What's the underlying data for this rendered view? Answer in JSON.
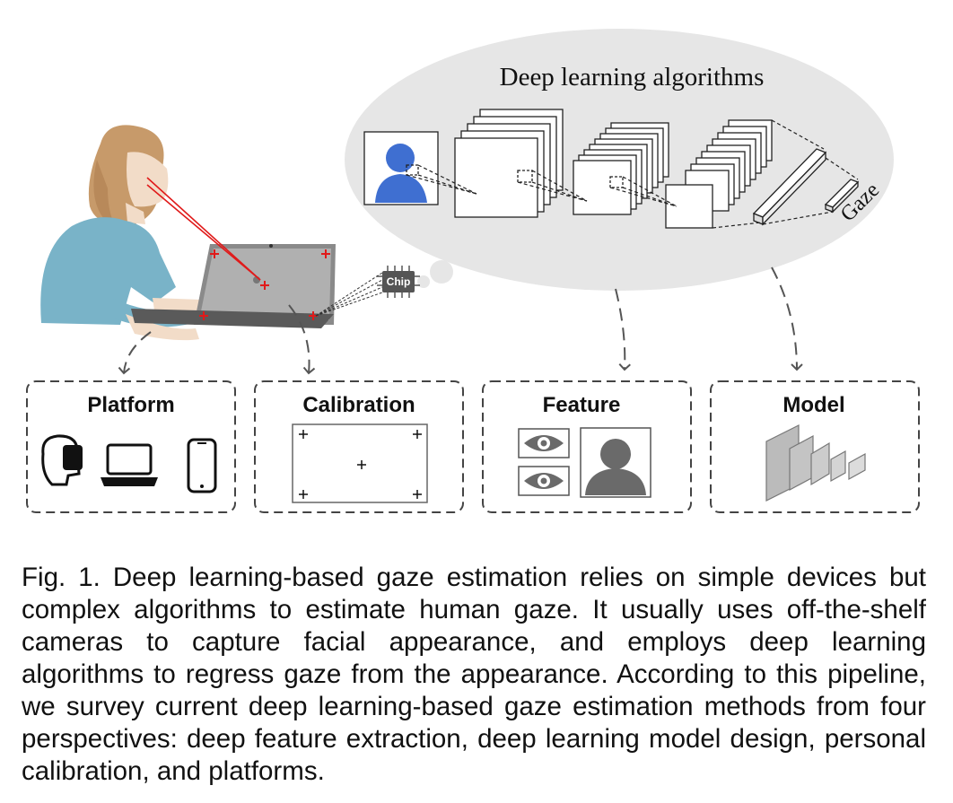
{
  "cloud": {
    "title": "Deep learning algorithms",
    "output_label": "Gaze"
  },
  "chip": {
    "label": "Chip"
  },
  "panels": {
    "platform": {
      "title": "Platform",
      "icons": [
        "vr-headset-icon",
        "laptop-icon",
        "phone-icon"
      ]
    },
    "calibration": {
      "title": "Calibration"
    },
    "feature": {
      "title": "Feature",
      "icons": [
        "eye-icon",
        "eye-icon",
        "face-silhouette-icon"
      ]
    },
    "model": {
      "title": "Model",
      "icons": [
        "cnn-layers-icon"
      ]
    }
  },
  "caption": {
    "text": "Fig. 1. Deep learning-based gaze estimation relies on simple devices but complex algorithms to estimate human gaze. It usually uses off-the-shelf cameras to capture facial appearance, and employs deep learning algorithms to regress gaze from the appearance. According to this pipeline, we survey current deep learning-based gaze estimation methods from four perspectives: deep feature extraction, deep learning model design, personal calibration, and platforms."
  },
  "colors": {
    "cloud_fill": "#e6e6e6",
    "skin": "#f2dcc8",
    "hair": "#c79a6a",
    "shirt": "#79b3c8",
    "face_blue": "#3f6fd1",
    "laser_red": "#e01a1a",
    "laptop_gray": "#8a8a8a",
    "panel_dash": "#444444",
    "icon_gray": "#6a6a6a"
  }
}
